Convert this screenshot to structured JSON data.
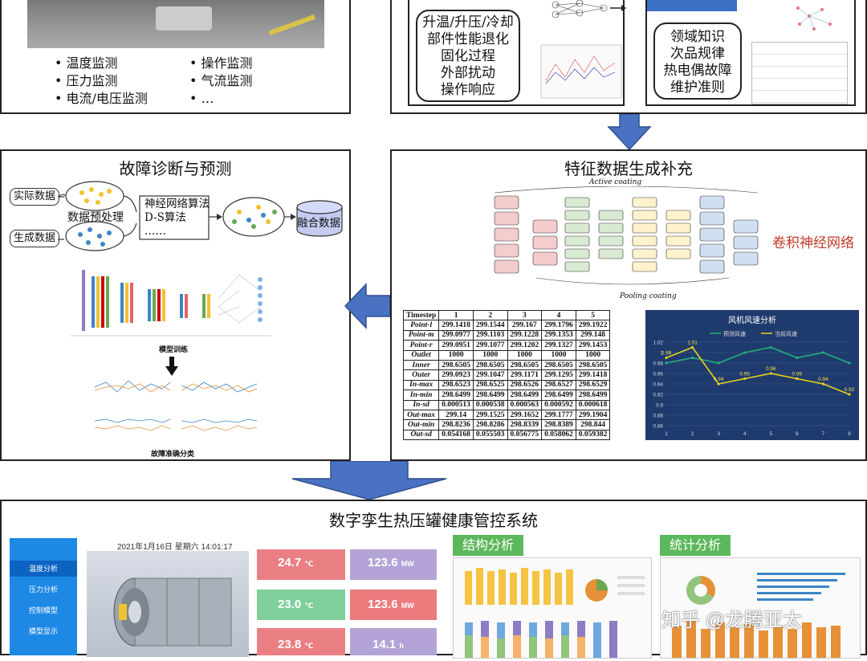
{
  "top_left": {
    "bullets_left": [
      "温度监测",
      "压力监测",
      "电流/电压监测"
    ],
    "bullets_right": [
      "操作监测",
      "气流监测",
      "…"
    ]
  },
  "top_mid": {
    "lines": [
      "升温/升压/冷却",
      "部件性能退化",
      "固化过程",
      "外部扰动",
      "操作响应"
    ]
  },
  "top_right": {
    "lines": [
      "领域知识",
      "次品规律",
      "热电偶故障",
      "维护准则"
    ]
  },
  "fault": {
    "title": "故障诊断与预测",
    "actual": "实际数据",
    "generated": "生成数据",
    "preprocess": "数据预处理",
    "algos": [
      "神经网络算法",
      "D-S算法",
      "……"
    ],
    "fusion": "融合数据",
    "model_training": "模型训练",
    "classify": "故障准确分类"
  },
  "feature": {
    "title": "特征数据生成补充",
    "active": "Active coating",
    "pooling": "Pooling coating",
    "cnn": "卷积神经网络",
    "table": {
      "header": [
        "Timestep",
        "1",
        "2",
        "3",
        "4",
        "5"
      ],
      "rows": [
        [
          "Point-l",
          "299.1418",
          "299.1544",
          "299.167",
          "299.1796",
          "299.1922"
        ],
        [
          "Point-m",
          "299.0977",
          "299.1103",
          "299.1228",
          "299.1353",
          "299.148"
        ],
        [
          "Point-r",
          "299.0951",
          "299.1077",
          "299.1202",
          "299.1327",
          "299.1453"
        ],
        [
          "Outlet",
          "1000",
          "1000",
          "1000",
          "1000",
          "1000"
        ],
        [
          "Inner",
          "298.6505",
          "298.6505",
          "298.6505",
          "298.6505",
          "298.6505"
        ],
        [
          "Outer",
          "299.0923",
          "299.1047",
          "299.1171",
          "299.1295",
          "299.1418"
        ],
        [
          "In-max",
          "298.6523",
          "298.6525",
          "298.6526",
          "298.6527",
          "298.6529"
        ],
        [
          "In-min",
          "298.6499",
          "298.6499",
          "298.6499",
          "298.6499",
          "298.6499"
        ],
        [
          "In-sd",
          "0.000513",
          "0.000538",
          "0.000563",
          "0.000592",
          "0.000618"
        ],
        [
          "Out-max",
          "299.14",
          "299.1525",
          "299.1652",
          "299.1777",
          "299.1904"
        ],
        [
          "Out-min",
          "298.8236",
          "298.8286",
          "298.8339",
          "298.8389",
          "298.844"
        ],
        [
          "Out-sd",
          "0.054168",
          "0.055503",
          "0.056775",
          "0.058062",
          "0.059382"
        ]
      ]
    }
  },
  "wind_chart": {
    "type": "line",
    "title": "风机风速分析",
    "x": [
      1,
      2,
      3,
      4,
      5,
      6,
      7,
      8
    ],
    "ylim": [
      0.86,
      1.02
    ],
    "yticks": [
      "1.02",
      "1",
      "0.98",
      "0.96",
      "0.94",
      "0.92",
      "0.9",
      "0.88",
      "0.86"
    ],
    "series": [
      {
        "name": "预测风速",
        "color": "#22b07a",
        "values": [
          0.98,
          0.99,
          0.98,
          1.0,
          1.01,
          0.99,
          1.0,
          0.98
        ]
      },
      {
        "name": "当前风速",
        "color": "#e8d21a",
        "values": [
          0.99,
          1.01,
          0.94,
          0.95,
          0.96,
          0.95,
          0.94,
          0.92
        ]
      }
    ],
    "labels_series2": [
      "0.99",
      "1.01",
      "0.94",
      "0.95",
      "0.96",
      "0.95",
      "0.94",
      "0.92"
    ]
  },
  "dashboard": {
    "title": "数字孪生热压罐健康管控系统",
    "datetime": "2021年1月16日 星期六 14:01:17",
    "nav": [
      "温度分析",
      "压力分析",
      "控制模型",
      "模型显示"
    ],
    "tiles": [
      {
        "value": "24.7",
        "unit": "℃",
        "color": "#e97f83"
      },
      {
        "value": "123.6",
        "unit": "MW",
        "color": "#b3a3d6"
      },
      {
        "value": "23.0",
        "unit": "℃",
        "color": "#7fcf9b"
      },
      {
        "value": "123.6",
        "unit": "MW",
        "color": "#ec7b7e"
      },
      {
        "value": "23.8",
        "unit": "℃",
        "color": "#e97f83"
      },
      {
        "value": "14.1",
        "unit": "h",
        "color": "#b3a3d6"
      }
    ],
    "struct_tab": "结构分析",
    "stat_tab": "统计分析"
  },
  "watermark": "知乎 @龙腾亚太",
  "colors": {
    "arrow": "#4a72c2",
    "arrow_edge": "#2f4f8f",
    "dash_blue": "#2b85e4",
    "tab_green": "#5cb85c"
  }
}
